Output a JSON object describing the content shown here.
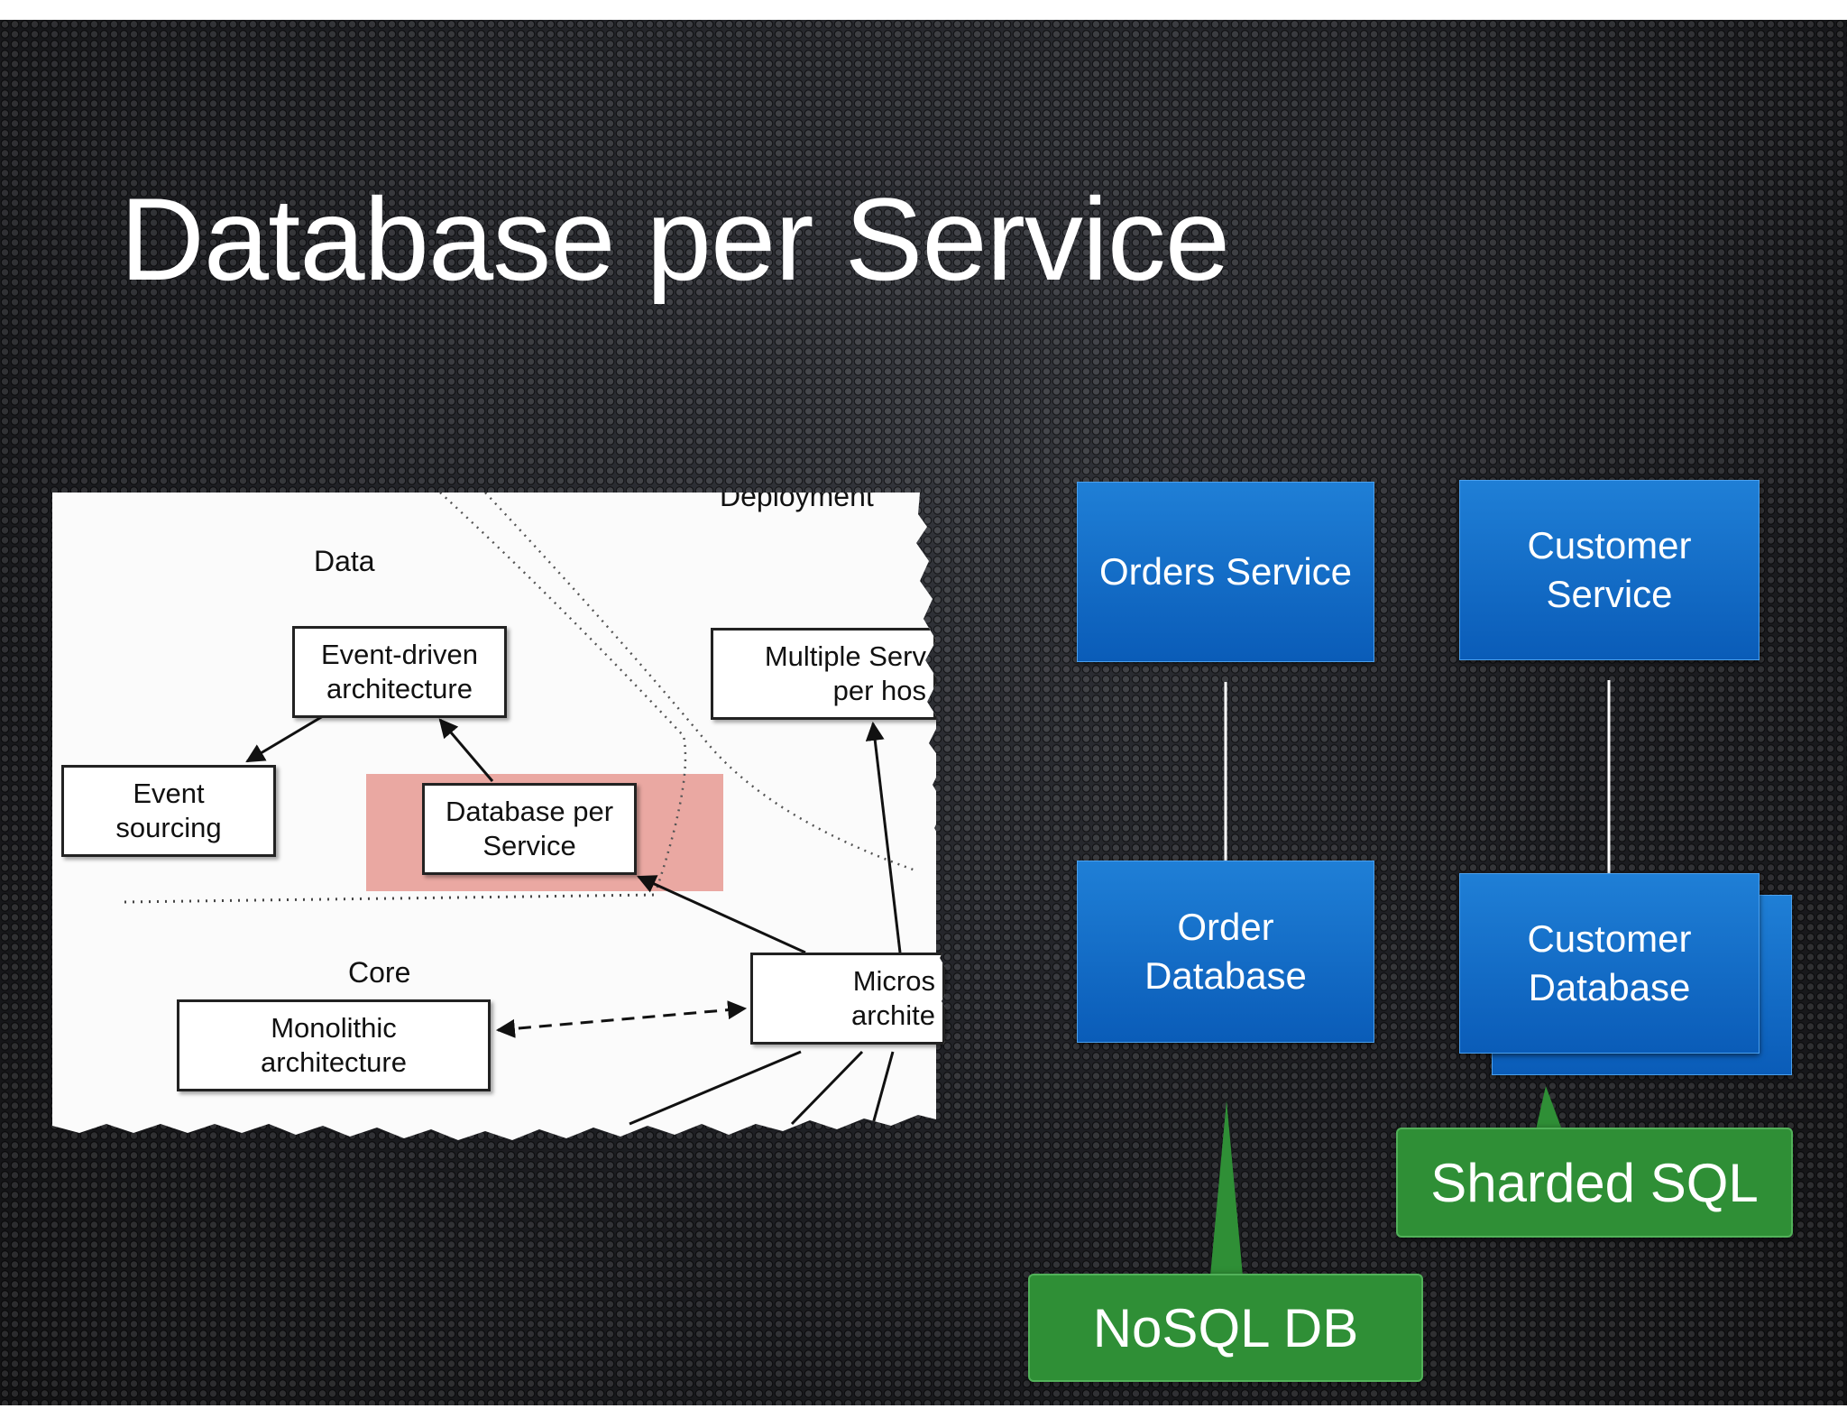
{
  "slide": {
    "title": "Database per Service"
  },
  "excerpt": {
    "labels": {
      "deployment": "Deployment",
      "data": "Data",
      "core": "Core"
    },
    "boxes": {
      "event_driven": "Event-driven\narchitecture",
      "event_sourcing": "Event\nsourcing",
      "database_per_service": "Database per\nService",
      "multiple_services": "Multiple Serv\nper hos",
      "monolithic": "Monolithic\narchitecture",
      "microservice": "Micros\narchite"
    },
    "highlight_color": "#e8948b"
  },
  "diagram": {
    "orders_service": "Orders Service",
    "customer_service": "Customer\nService",
    "order_database": "Order\nDatabase",
    "customer_database": "Customer\nDatabase",
    "nosql_callout": "NoSQL DB",
    "sharded_callout": "Sharded SQL",
    "colors": {
      "box_blue": "#0a6bc7",
      "callout_green": "#2f8f36"
    }
  }
}
